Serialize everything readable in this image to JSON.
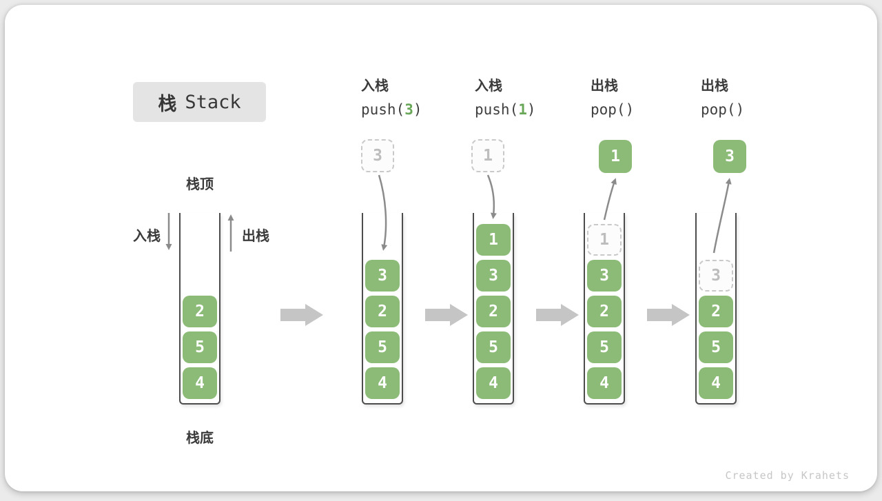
{
  "title": {
    "zh": "栈",
    "en": "Stack"
  },
  "stack1_labels": {
    "top": "栈顶",
    "bottom": "栈底",
    "push": "入栈",
    "pop": "出栈"
  },
  "steps": [
    {
      "op": "入栈",
      "code_pre": "push(",
      "code_arg": "3",
      "code_post": ")",
      "floating_value": "3",
      "floating_style": "dashed"
    },
    {
      "op": "入栈",
      "code_pre": "push(",
      "code_arg": "1",
      "code_post": ")",
      "floating_value": "1",
      "floating_style": "dashed"
    },
    {
      "op": "出栈",
      "code_pre": "pop(",
      "code_arg": "",
      "code_post": ")",
      "floating_value": "1",
      "floating_style": "solid"
    },
    {
      "op": "出栈",
      "code_pre": "pop(",
      "code_arg": "",
      "code_post": ")",
      "floating_value": "3",
      "floating_style": "solid"
    }
  ],
  "stacks": [
    {
      "cells": [
        "2",
        "5",
        "4"
      ],
      "ghost": null
    },
    {
      "cells": [
        "3",
        "2",
        "5",
        "4"
      ],
      "ghost": null
    },
    {
      "cells": [
        "1",
        "3",
        "2",
        "5",
        "4"
      ],
      "ghost": null
    },
    {
      "cells": [
        "3",
        "2",
        "5",
        "4"
      ],
      "ghost": "1"
    },
    {
      "cells": [
        "2",
        "5",
        "4"
      ],
      "ghost": "3"
    }
  ],
  "watermark": "Created by Krahets",
  "colors": {
    "cell_green": "#8BBB76",
    "code_green": "#69A758",
    "arrow_gray": "#8B8B8B",
    "block_arrow_gray": "#C5C5C5",
    "title_bg": "#E4E4E4"
  }
}
